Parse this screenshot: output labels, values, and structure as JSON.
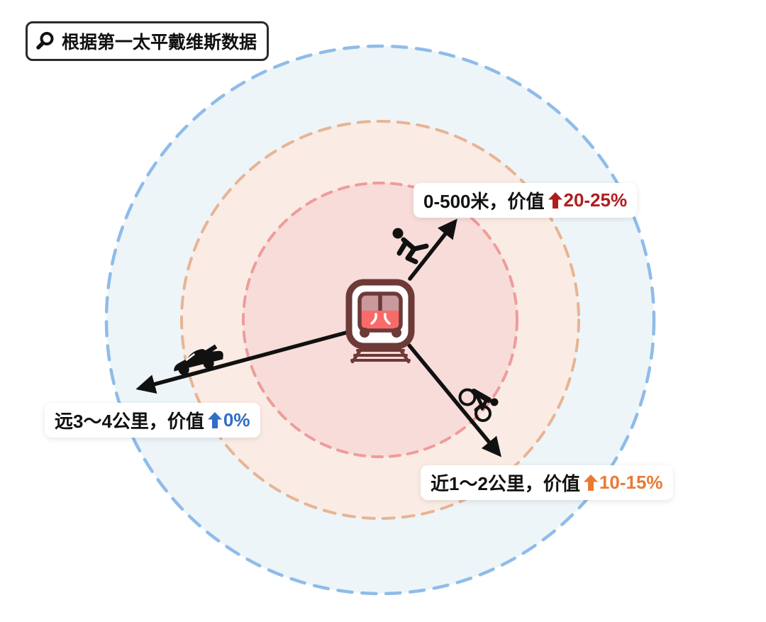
{
  "badge": {
    "icon": "magnifier-icon",
    "label": "根据第一太平戴维斯数据"
  },
  "diagram": {
    "center_icon": "metro-train-icon",
    "rings": [
      {
        "name": "outer-ring",
        "fill": "#EDF5F8",
        "stroke": "#8FBCE9"
      },
      {
        "name": "middle-ring",
        "fill": "#FAECE4",
        "stroke": "#E7B493"
      },
      {
        "name": "inner-ring",
        "fill": "#F8DCDA",
        "stroke": "#EE9C9B"
      }
    ],
    "labels": [
      {
        "id": "walk",
        "transport_icon": "pedestrian-icon",
        "prefix": "0-500米，价值",
        "value": "20-25%",
        "color": "#B01D1D"
      },
      {
        "id": "car",
        "transport_icon": "car-icon",
        "prefix": "远3～4公里，价值",
        "value": "0%",
        "color": "#2E6EC5"
      },
      {
        "id": "bike",
        "transport_icon": "cyclist-icon",
        "prefix": "近1～2公里，价值",
        "value": "10-15%",
        "color": "#E97A35"
      }
    ]
  },
  "theme": {
    "train_dark": "#6D3A38",
    "train_window": "#C9999E",
    "train_face": "#F96B69",
    "pictogram": "#111111"
  }
}
